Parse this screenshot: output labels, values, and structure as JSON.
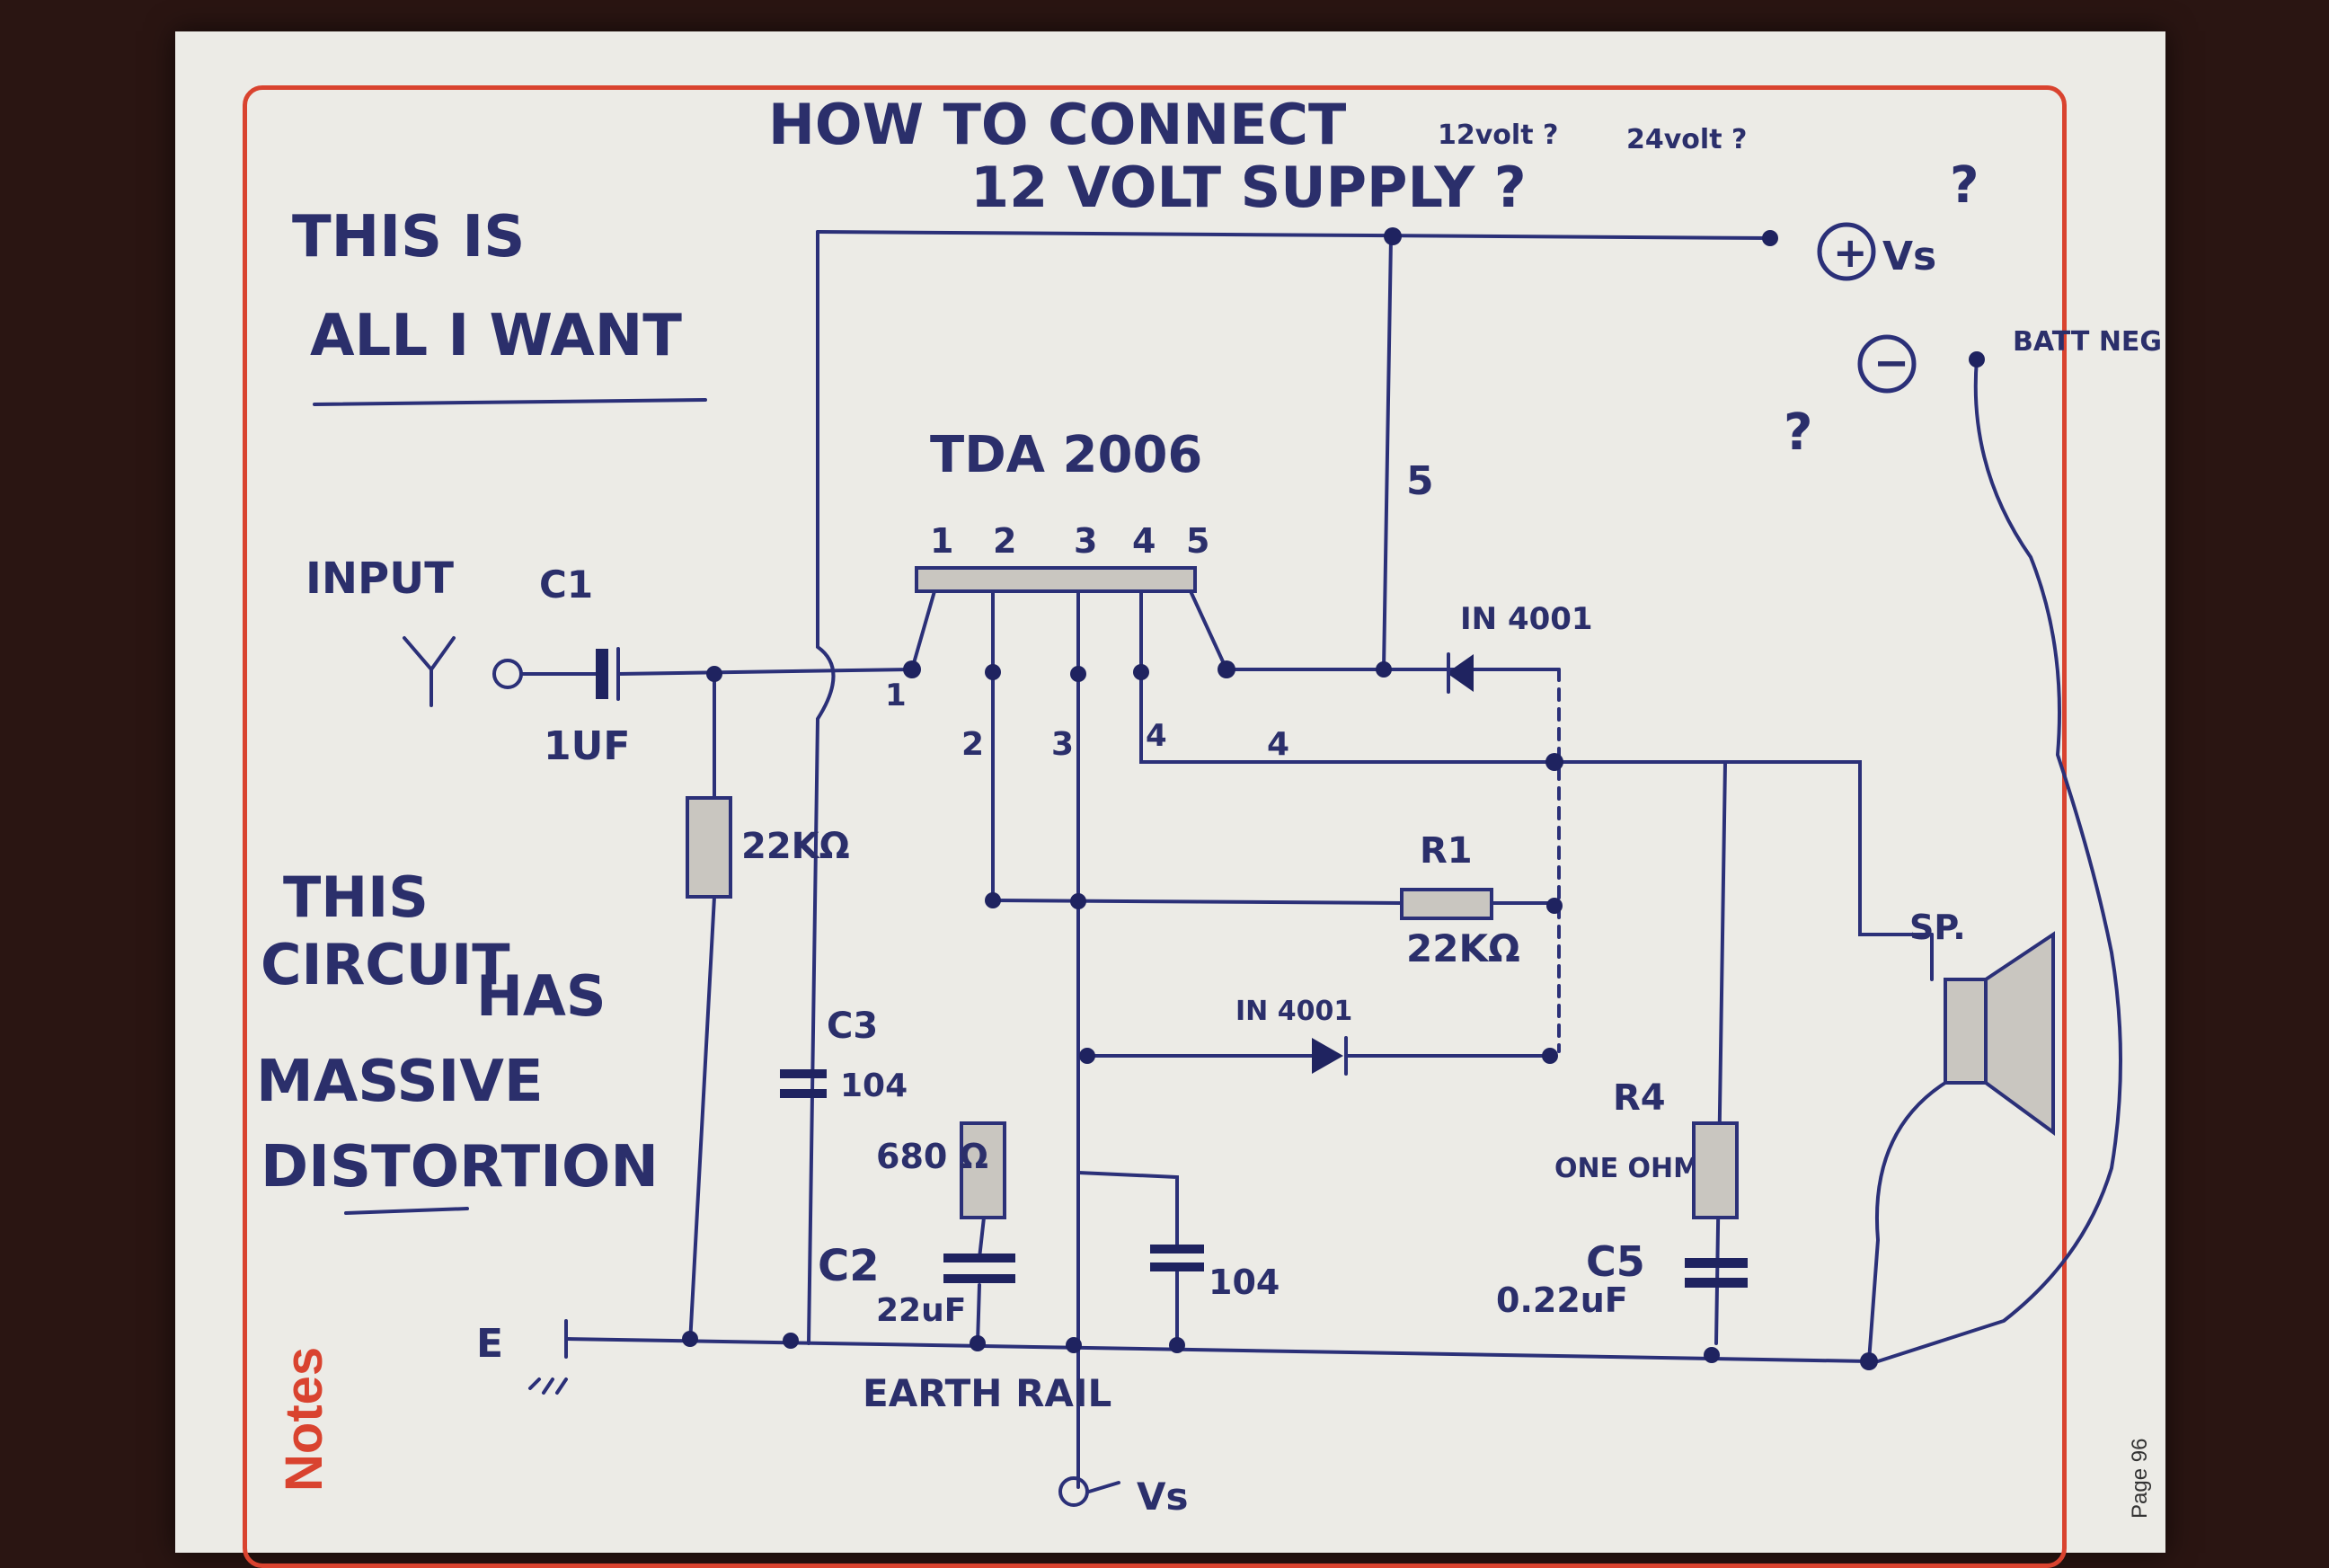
{
  "title_line1": "HOW TO CONNECT",
  "title_line2": "12 VOLT SUPPLY ?",
  "q_12volt": "12volt ?",
  "q_24volt": "24volt ?",
  "question_mark": "?",
  "note_top_1": "THIS IS",
  "note_top_2": "ALL I WANT",
  "note_bottom": [
    "THIS",
    "CIRCUIT",
    "HAS",
    "MASSIVE",
    "DISTORTION"
  ],
  "ic_name": "TDA 2006",
  "pin_numbers": [
    "1",
    "2",
    "3",
    "4",
    "5"
  ],
  "wire_labels": {
    "w1": "1",
    "w2": "2",
    "w3": "3",
    "w4a": "4",
    "w4b": "4",
    "w5": "5"
  },
  "input_label": "INPUT",
  "c1_label": "C1",
  "c1_value": "1UF",
  "r_input_value": "22KΩ",
  "r1_label": "R1",
  "r1_value": "22KΩ",
  "diode_top": "IN 4001",
  "diode_mid": "IN 4001",
  "c3_label": "C3",
  "c3_value": "104",
  "r_680_value": "680 Ω",
  "c2_label": "C2",
  "c2_value": "22uF",
  "c104_value": "104",
  "r4_label": "R4",
  "r4_value": "ONE OHM",
  "c5_label": "C5",
  "c5_value": "0.22uF",
  "speaker_label": "SP.",
  "vs_plus_symbol": "+",
  "vs_plus_label": "Vs",
  "vs_minus_symbol": "−",
  "batt_neg_label": "BATT NEG",
  "earth_label": "E",
  "earth_rail_label": "EARTH RAIL",
  "vs_bottom_label": "Vs",
  "side_label": "Notes",
  "page_label": "Page 96",
  "colors": {
    "ink": "#2b3078",
    "border": "#d9432f",
    "paper": "#ecebe6"
  }
}
